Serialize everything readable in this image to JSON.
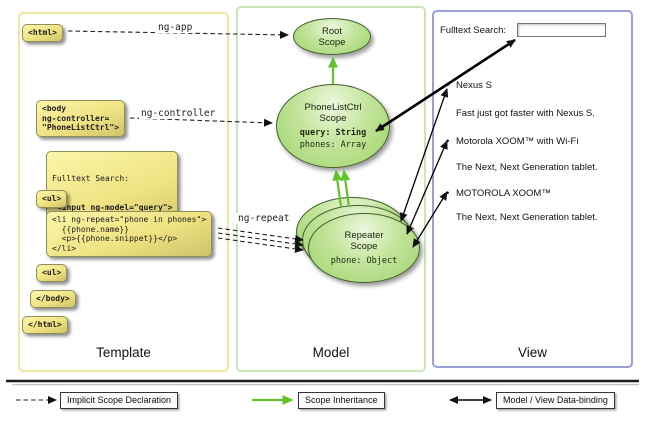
{
  "template_panel": {
    "title": "Template",
    "html_open": "<html>",
    "body_open": "<body\nng-controller=\n\"PhoneListCtrl\">",
    "fulltext_label": "Fulltext Search:",
    "fulltext_input": " <input ng-model=\"query\">",
    "ul_open": "<ul>",
    "li_repeat": "<li ng-repeat=\"phone in phones\">\n  {{phone.name}}\n  <p>{{phone.snippet}}</p>\n</li>",
    "ul_close": "<ul>",
    "body_close": "</body>",
    "html_close": "</html>"
  },
  "model_panel": {
    "title": "Model",
    "root_scope": "Root\nScope",
    "phonelist_scope_title": "PhoneListCtrl\nScope",
    "phonelist_query": "query: String",
    "phonelist_phones": "phones: Array",
    "repeater_scope_title": "Repeater\nScope",
    "repeater_phone": "phone: Object"
  },
  "view_panel": {
    "title": "View",
    "search_label": "Fulltext Search:",
    "search_value": "",
    "bullet_char": "•",
    "items": [
      {
        "title": "Nexus S",
        "desc": "Fast just got faster with Nexus S."
      },
      {
        "title": "Motorola XOOM™ with Wi-Fi",
        "desc": "The Next, Next Generation tablet."
      },
      {
        "title": "MOTOROLA XOOM™",
        "desc": "The Next, Next Generation tablet."
      }
    ]
  },
  "arrow_labels": {
    "ng_app": "ng-app",
    "ng_controller": "ng-controller",
    "ng_repeat": "ng-repeat"
  },
  "legend": {
    "implicit": "Implicit Scope Declaration",
    "inheritance": "Scope Inheritance",
    "binding": "Model / View Data-binding"
  },
  "colors": {
    "accent_green": "#62c32d",
    "code_box_yellow": "#efe383",
    "ellipse_green": "#9fd36b",
    "template_border": "#ece8a0",
    "model_border": "#c9e5bb",
    "view_border": "#9a9ed8"
  }
}
